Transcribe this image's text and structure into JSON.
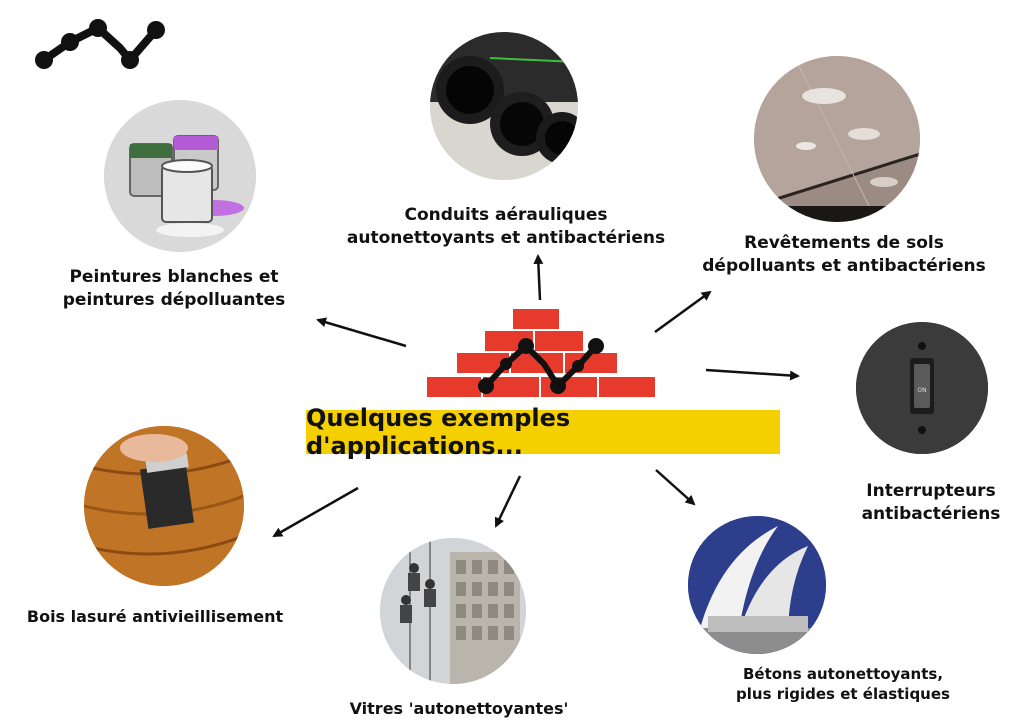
{
  "colors": {
    "banner": "#f5d000",
    "brick": "#e63a2c",
    "mortar": "#ffffff",
    "logo": "#111111",
    "arrow": "#111111"
  },
  "center": {
    "title": "Quelques exemples d'applications..."
  },
  "applications": [
    {
      "id": "conduits",
      "lines": [
        "Conduits aérauliques",
        "autonettoyants et antibactériens"
      ],
      "image_icon": "pipes-icon"
    },
    {
      "id": "sols",
      "lines": [
        "Revêtements de sols",
        "dépolluants et antibactériens"
      ],
      "image_icon": "wet-floor-icon"
    },
    {
      "id": "peintures",
      "lines": [
        "Peintures blanches et",
        "peintures dépolluantes"
      ],
      "image_icon": "paint-cans-icon"
    },
    {
      "id": "interrupteurs",
      "lines": [
        "Interrupteurs",
        "antibactériens"
      ],
      "image_icon": "light-switch-icon"
    },
    {
      "id": "bois",
      "lines": [
        "Bois lasuré antivieillisement"
      ],
      "image_icon": "wood-brush-icon"
    },
    {
      "id": "vitres",
      "lines": [
        "Vitres 'autonettoyantes'"
      ],
      "image_icon": "window-cleaners-icon"
    },
    {
      "id": "betons",
      "lines": [
        "Bétons autonettoyants,",
        "plus rigides et élastiques"
      ],
      "image_icon": "concrete-building-icon"
    }
  ],
  "icons": {
    "logo": "zigzag-dots-logo",
    "center": "brick-wall-icon",
    "switch_text": "ON"
  }
}
